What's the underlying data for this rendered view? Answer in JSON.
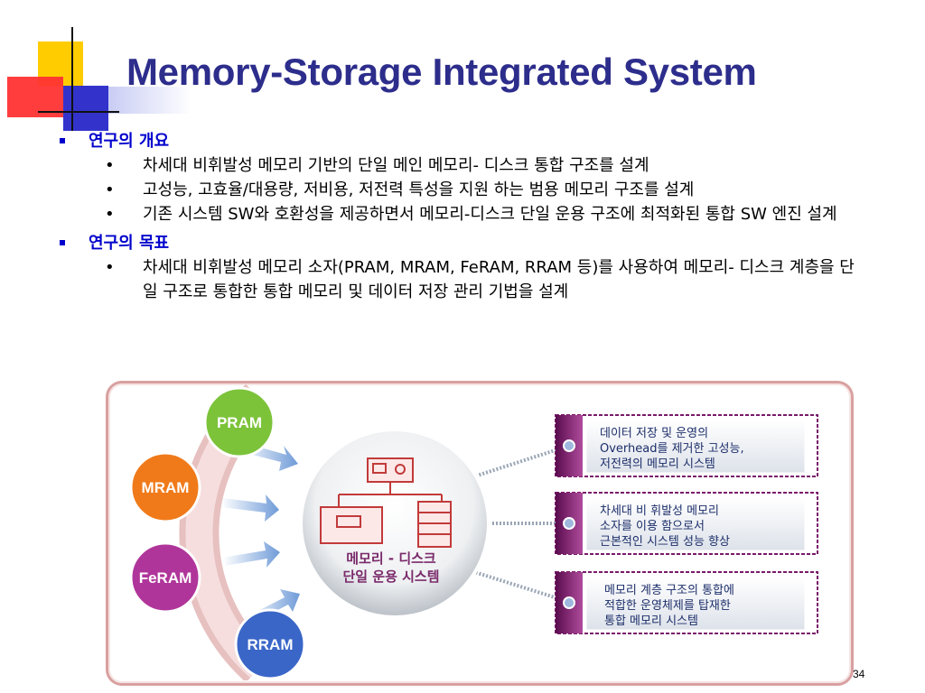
{
  "slide": {
    "title": "Memory-Storage Integrated System",
    "page_number": "34"
  },
  "sections": [
    {
      "heading": "연구의 개요",
      "items": [
        "차세대 비휘발성 메모리 기반의 단일 메인 메모리- 디스크 통합 구조를 설계",
        "고성능, 고효율/대용량, 저비용, 저전력 특성을 지원 하는 범용 메모리 구조를 설계",
        "기존 시스템 SW와 호환성을 제공하면서 메모리-디스크 단일 운용 구조에 최적화된 통합 SW 엔진 설계"
      ]
    },
    {
      "heading": "연구의 목표",
      "items": [
        "차세대 비휘발성 메모리 소자(PRAM, MRAM, FeRAM, RRAM 등)를 사용하여 메모리- 디스크 계층을 단일 구조로 통합한 통합 메모리  및 데이터 저장 관리 기법을 설계"
      ]
    }
  ],
  "diagram": {
    "memories": [
      {
        "label": "PRAM",
        "color": "#7cc33a"
      },
      {
        "label": "MRAM",
        "color": "#f07a1a"
      },
      {
        "label": "FeRAM",
        "color": "#b0359a"
      },
      {
        "label": "RRAM",
        "color": "#3a66c8"
      }
    ],
    "center": {
      "line1": "메모리 - 디스크",
      "line2": "단일 운용 시스템"
    },
    "boxes": [
      {
        "lines": [
          "데이터 저장 및 운영의",
          "Overhead를 제거한 고성능,",
          "저전력의 메모리 시스템"
        ]
      },
      {
        "lines": [
          "차세대 비 휘발성 메모리",
          "소자를 이용 함으로서",
          "근본적인 시스템 성능 향상"
        ]
      },
      {
        "lines": [
          "메모리 계층 구조의 통합에",
          "적합한 운영체제를 탑재한",
          "통합 메모리 시스템"
        ]
      }
    ],
    "colors": {
      "frame": "#d9a0a0",
      "accent_purple": "#7a1a6a",
      "center_text": "#7a2a6a"
    }
  }
}
